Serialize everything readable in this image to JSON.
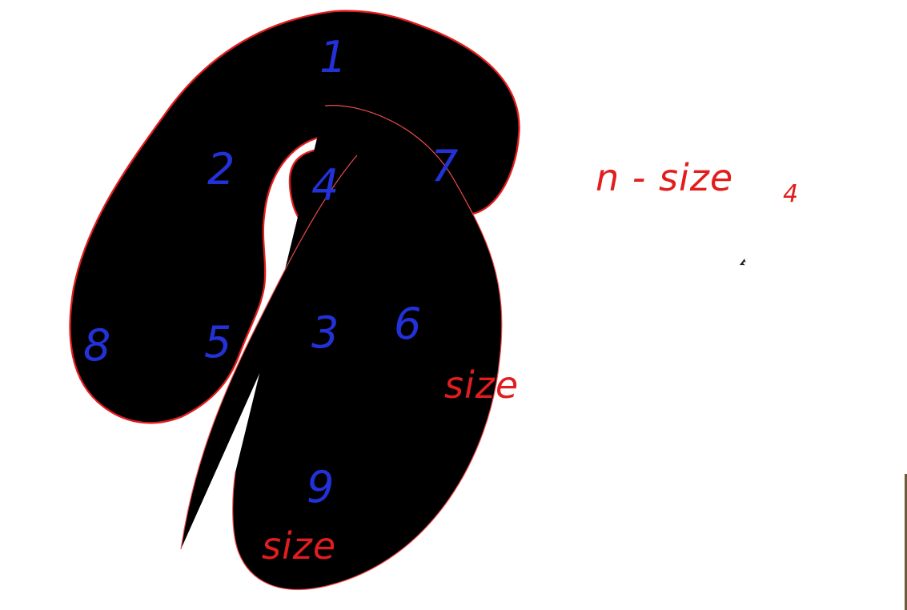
{
  "diagram": {
    "nodes": [
      {
        "id": "node-1",
        "label": "1"
      },
      {
        "id": "node-2",
        "label": "2"
      },
      {
        "id": "node-4",
        "label": "4"
      },
      {
        "id": "node-7",
        "label": "7"
      },
      {
        "id": "node-8",
        "label": "8"
      },
      {
        "id": "node-5",
        "label": "5"
      },
      {
        "id": "node-3",
        "label": "3"
      },
      {
        "id": "node-6",
        "label": "6"
      },
      {
        "id": "node-9",
        "label": "9"
      }
    ],
    "annotations": {
      "formula_main": "n -  size",
      "formula_subscript": "4",
      "size_label_right": "size",
      "size_label_bottom": "size"
    },
    "colors": {
      "tree": "#2331d8",
      "annotation": "#e11d1d"
    }
  }
}
